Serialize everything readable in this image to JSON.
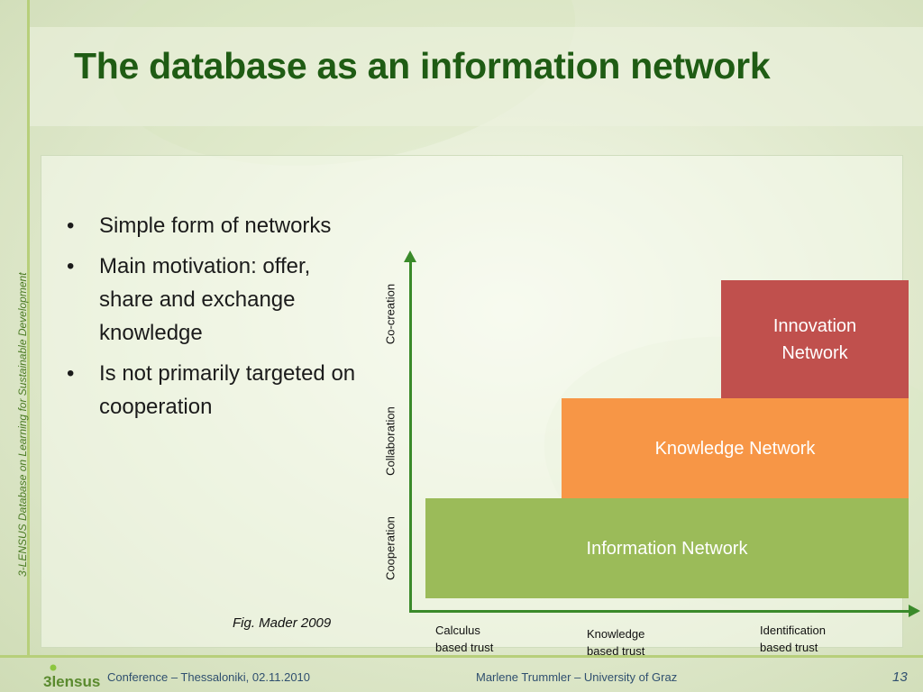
{
  "slide": {
    "title": "The database as an information network",
    "side_text": "3-LENSUS Database on Learning for Sustainable Development",
    "bullets": [
      "Simple form of networks",
      "Main motivation: offer, share and exchange knowledge",
      "Is not primarily targeted on cooperation"
    ],
    "caption": "Fig. Mader 2009"
  },
  "diagram": {
    "y_labels": [
      "Cooperation",
      "Collaboration",
      "Co-creation"
    ],
    "x_labels": [
      {
        "line1": "Calculus",
        "line2": "based trust"
      },
      {
        "line1": "Knowledge",
        "line2": "based trust"
      },
      {
        "line1": "Identification",
        "line2": "based trust"
      }
    ],
    "blocks": {
      "information": "Information Network",
      "knowledge": "Knowledge Network",
      "innovation": "Innovation Network"
    },
    "colors": {
      "information": "#9bbb59",
      "knowledge": "#f79646",
      "innovation": "#c0504d",
      "axis": "#3a8a2a"
    }
  },
  "footer": {
    "logo_text": "3lensus",
    "left": "Conference – Thessaloniki, 02.11.2010",
    "center": "Marlene Trummler – University of Graz",
    "page_number": "13"
  }
}
